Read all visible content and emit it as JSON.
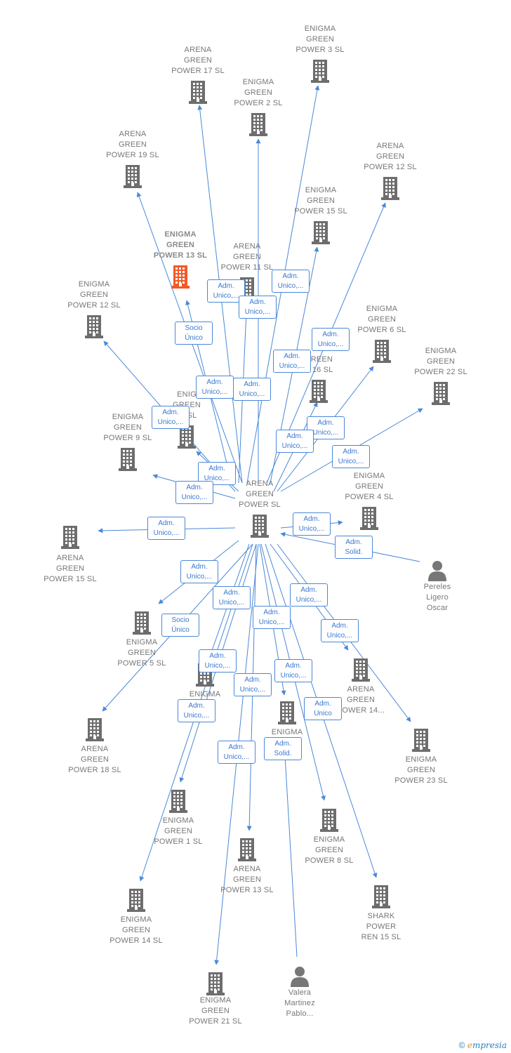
{
  "colors": {
    "edge": "#4a88d8",
    "building": "#6d6d6d",
    "focus_building": "#f05a28",
    "person": "#777777",
    "label": "#777777"
  },
  "nodes": [
    {
      "id": "center",
      "label": "ARENA\nGREEN\nPOWER  SL",
      "icon": "building-icon"
    },
    {
      "id": "egp3",
      "label": "ENIGMA\nGREEN\nPOWER 3  SL",
      "icon": "building-icon"
    },
    {
      "id": "agp17",
      "label": "ARENA\nGREEN\nPOWER 17  SL",
      "icon": "building-icon"
    },
    {
      "id": "egp2",
      "label": "ENIGMA\nGREEN\nPOWER 2  SL",
      "icon": "building-icon"
    },
    {
      "id": "agp19",
      "label": "ARENA\nGREEN\nPOWER 19  SL",
      "icon": "building-icon"
    },
    {
      "id": "agp12",
      "label": "ARENA\nGREEN\nPOWER 12  SL",
      "icon": "building-icon"
    },
    {
      "id": "egp15",
      "label": "ENIGMA\nGREEN\nPOWER 15  SL",
      "icon": "building-icon"
    },
    {
      "id": "egp13",
      "label": "ENIGMA\nGREEN\nPOWER 13  SL",
      "icon": "building-icon"
    },
    {
      "id": "agp11",
      "label": "ARENA\nGREEN\nPOWER 11  SL",
      "icon": "building-icon"
    },
    {
      "id": "egp12",
      "label": "ENIGMA\nGREEN\nPOWER 12  SL",
      "icon": "building-icon"
    },
    {
      "id": "egp6",
      "label": "ENIGMA\nGREEN\nPOWER 6  SL",
      "icon": "building-icon"
    },
    {
      "id": "egp22",
      "label": "ENIGMA\nGREEN\nPOWER 22  SL",
      "icon": "building-icon"
    },
    {
      "id": "p16",
      "label": "AR\nGREEN\nR 16  SL",
      "icon": "building-icon"
    },
    {
      "id": "egp11",
      "label": "ENIG\nGREEN\n11  SL",
      "icon": "building-icon"
    },
    {
      "id": "egp9",
      "label": "ENIGMA\nGREEN\nPOWER 9  SL",
      "icon": "building-icon"
    },
    {
      "id": "egp4",
      "label": "ENIGMA\nGREEN\nPOWER 4  SL",
      "icon": "building-icon"
    },
    {
      "id": "agp15",
      "label": "ARENA\nGREEN\nPOWER 15  SL",
      "icon": "building-icon"
    },
    {
      "id": "pereles",
      "label": "Pereles\nLigero\nOscar",
      "icon": "person-icon"
    },
    {
      "id": "egp5",
      "label": "ENIGMA\nGREEN\nPOWER 5  SL",
      "icon": "building-icon"
    },
    {
      "id": "egmid",
      "label": "ENIGMA\n\n SL",
      "icon": "building-icon"
    },
    {
      "id": "agp14",
      "label": "ARENA\nGREEN\nPOWER 14...",
      "icon": "building-icon"
    },
    {
      "id": "agp18",
      "label": "ARENA\nGREEN\nPOWER 18  SL",
      "icon": "building-icon"
    },
    {
      "id": "eg10",
      "label": "ENIGMA\nN\nP   0  SL",
      "icon": "building-icon"
    },
    {
      "id": "egp23",
      "label": "ENIGMA\nGREEN\nPOWER 23  SL",
      "icon": "building-icon"
    },
    {
      "id": "egp1",
      "label": "ENIGMA\nGREEN\nPOWER 1  SL",
      "icon": "building-icon"
    },
    {
      "id": "egp8",
      "label": "ENIGMA\nGREEN\nPOWER 8  SL",
      "icon": "building-icon"
    },
    {
      "id": "agp13",
      "label": "ARENA\nGREEN\nPOWER 13  SL",
      "icon": "building-icon"
    },
    {
      "id": "spr15",
      "label": "SHARK\nPOWER\nREN 15  SL",
      "icon": "building-icon"
    },
    {
      "id": "egp14",
      "label": "ENIGMA\nGREEN\nPOWER 14  SL",
      "icon": "building-icon"
    },
    {
      "id": "egp21",
      "label": "ENIGMA\nGREEN\nPOWER 21  SL",
      "icon": "building-icon"
    },
    {
      "id": "valera",
      "label": "Valera\nMartinez\nPablo...",
      "icon": "person-icon"
    }
  ],
  "edge_labels": [
    "Adm.\nUnico,...",
    "Adm.\nUnico,...",
    "Adm.\nUnico,...",
    "Socio\nÚnico",
    "Adm.\nUnico,...",
    "Adm.\nUnico,...",
    "Adm.\nUnico,...",
    "Adm.\nUnico,...",
    "Adm.\nUnico,...",
    "Adm.\nUnico,...",
    "Adm.\nUnico,...",
    "Adm.\nUnico,...",
    "Adm.\nUnico,...",
    "Adm.\nUnico,...",
    "Adm.\nSolid.",
    "Adm.\nUnico,...",
    "Adm.\nUnico,...",
    "Socio\nÚnico",
    "Adm.\nUnico,...",
    "Adm.\nUnico,...",
    "Adm.\nUnico,...",
    "Adm.\nUnico,...",
    "Adm.\nUnico,...",
    "Adm.\nUnico,...",
    "Adm.\nUnico,...",
    "Adm.\nUnico",
    "Adm.\nUnico,...",
    "Adm.\nSolid."
  ],
  "brand": {
    "copyright": "©",
    "name_initial": "e",
    "name_rest": "mpresia"
  }
}
